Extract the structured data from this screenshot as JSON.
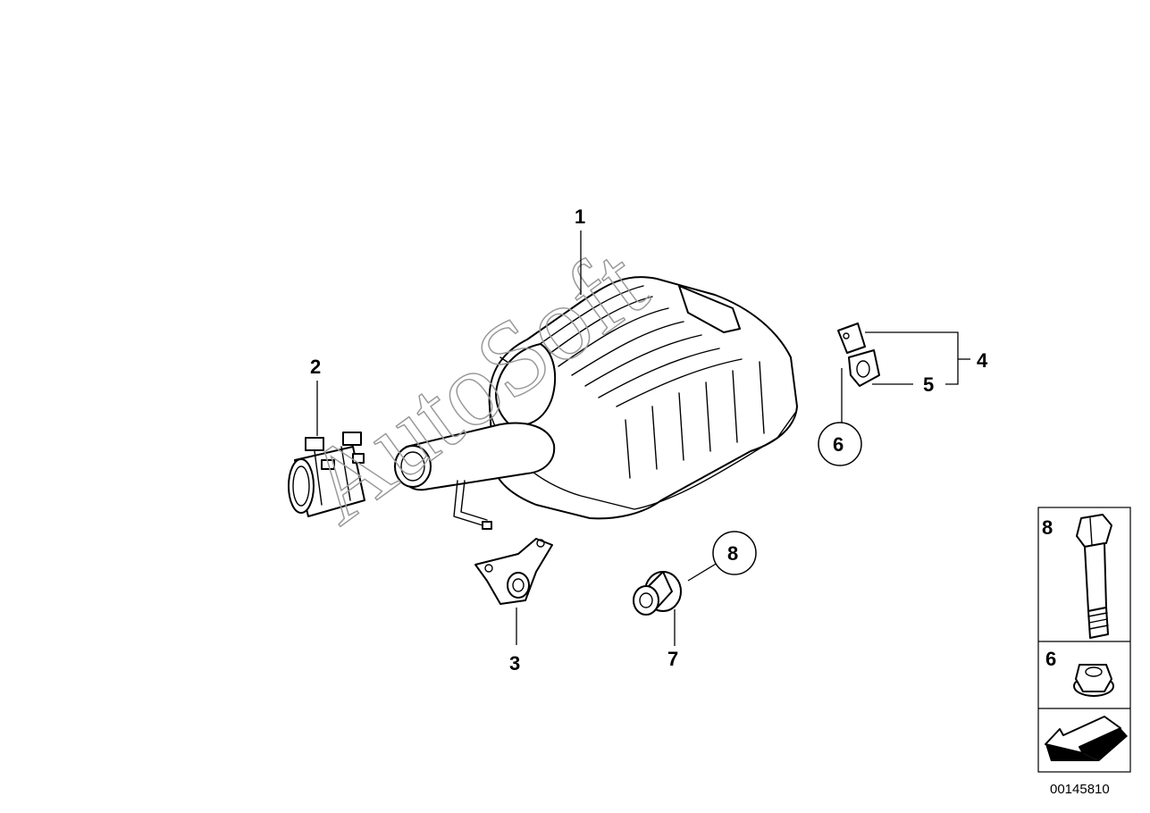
{
  "watermark": "AutoSoft",
  "callouts": {
    "c1": "1",
    "c2": "2",
    "c3": "3",
    "c4": "4",
    "c5": "5",
    "c6": "6",
    "c7": "7",
    "c8": "8"
  },
  "legend": {
    "item_8": "8",
    "item_6": "6"
  },
  "diagram_number": "00145810"
}
